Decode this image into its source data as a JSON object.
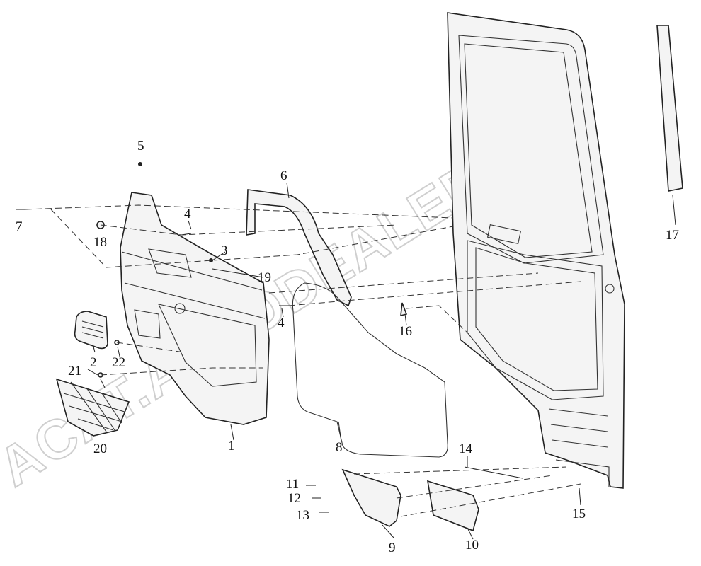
{
  "watermark": "ACAT.AUTODEALER.RU",
  "callouts": [
    "1",
    "2",
    "3",
    "4",
    "4",
    "5",
    "6",
    "7",
    "8",
    "9",
    "10",
    "11",
    "12",
    "13",
    "14",
    "15",
    "16",
    "17",
    "18",
    "19",
    "20",
    "21",
    "22"
  ]
}
